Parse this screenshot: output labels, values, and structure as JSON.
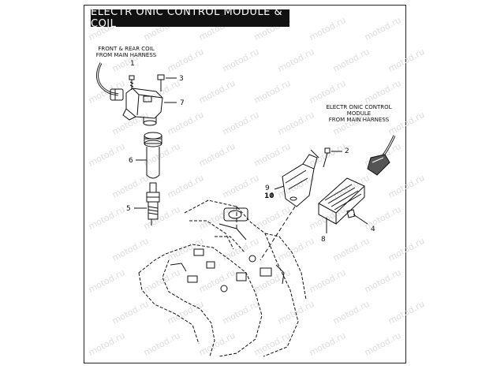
{
  "title": "ELECTR ONIC CONTROL MODULE & COIL",
  "labels": {
    "front_rear_coil_line1": "FRONT & REAR COIL",
    "front_rear_coil_line2": "FROM MAIN HARNESS",
    "ecm_line1": "ELECTR ONIC CONTROL",
    "ecm_line2": "MODULE",
    "ecm_line3": "FROM MAIN HARNESS"
  },
  "callouts": [
    "1",
    "2",
    "3",
    "4",
    "5",
    "6",
    "7",
    "8",
    "9",
    "10"
  ],
  "watermark": "motod.ru",
  "colors": {
    "ink": "#111111",
    "watermark": "#dddddd",
    "title_bg": "#111111"
  }
}
